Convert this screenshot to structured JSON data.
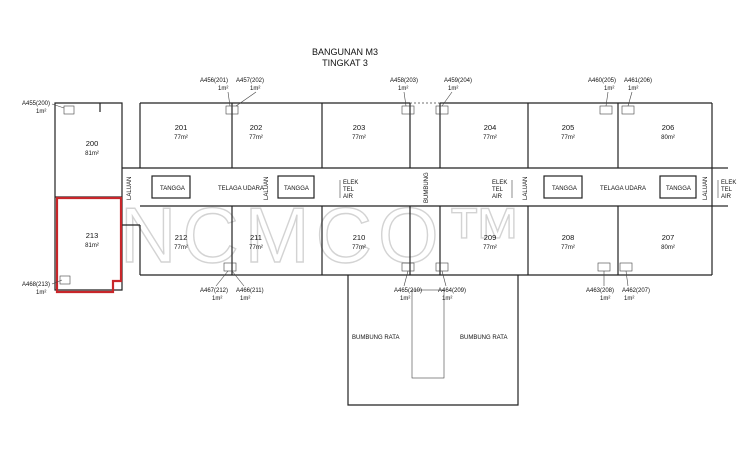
{
  "title": {
    "building": "BANGUNAN M3",
    "floor": "TINGKAT 3"
  },
  "watermark": "NCMCO™",
  "accent_color": "#c8262a",
  "units": [
    {
      "id": "200",
      "area": "81m²"
    },
    {
      "id": "201",
      "area": "77m²"
    },
    {
      "id": "202",
      "area": "77m²"
    },
    {
      "id": "203",
      "area": "77m²"
    },
    {
      "id": "204",
      "area": "77m²"
    },
    {
      "id": "205",
      "area": "77m²"
    },
    {
      "id": "206",
      "area": "80m²"
    },
    {
      "id": "207",
      "area": "80m²"
    },
    {
      "id": "208",
      "area": "77m²"
    },
    {
      "id": "209",
      "area": "77m²"
    },
    {
      "id": "210",
      "area": "77m²"
    },
    {
      "id": "211",
      "area": "77m²"
    },
    {
      "id": "212",
      "area": "77m²"
    },
    {
      "id": "213",
      "area": "81m²",
      "highlighted": true
    }
  ],
  "accessory_lots": [
    {
      "code": "A455(200)",
      "area": "1m²"
    },
    {
      "code": "A456(201)",
      "area": "1m²"
    },
    {
      "code": "A457(202)",
      "area": "1m²"
    },
    {
      "code": "A458(203)",
      "area": "1m²"
    },
    {
      "code": "A459(204)",
      "area": "1m²"
    },
    {
      "code": "A460(205)",
      "area": "1m²"
    },
    {
      "code": "A461(206)",
      "area": "1m²"
    },
    {
      "code": "A462(207)",
      "area": "1m²"
    },
    {
      "code": "A463(208)",
      "area": "1m²"
    },
    {
      "code": "A464(209)",
      "area": "1m²"
    },
    {
      "code": "A465(210)",
      "area": "1m²"
    },
    {
      "code": "A466(211)",
      "area": "1m²"
    },
    {
      "code": "A467(212)",
      "area": "1m²"
    },
    {
      "code": "A468(213)",
      "area": "1m²"
    }
  ],
  "common_labels": {
    "tangga": "TANGGA",
    "telaga_udara": "TELAGA UDARA",
    "laluan": "LALUAN",
    "bumbung": "BUMBUNG",
    "bumbung_rata": "BUMBUNG RATA",
    "elek": "ELEK",
    "tel": "TEL",
    "air": "AIR"
  }
}
